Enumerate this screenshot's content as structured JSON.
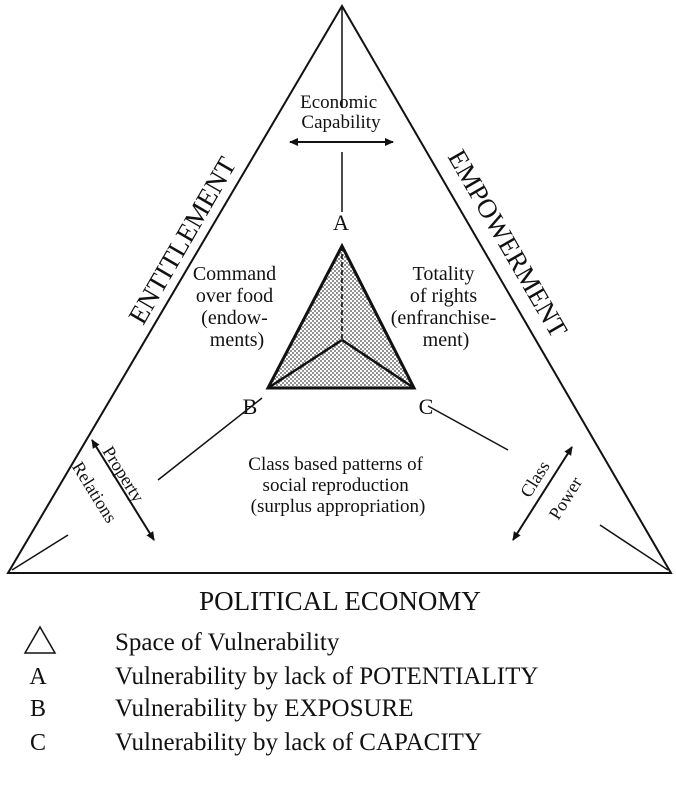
{
  "diagram": {
    "outer_sides": {
      "left": "ENTITLEMENT",
      "right": "EMPOWERMENT",
      "bottom": "POLITICAL ECONOMY"
    },
    "vertices": {
      "a": "A",
      "b": "B",
      "c": "C"
    },
    "top_arrow_label": [
      "Economic",
      "Capability"
    ],
    "left_inner_label": [
      "Command",
      "over food",
      "(endow-",
      "ments)"
    ],
    "right_inner_label": [
      "Totality",
      "of rights",
      "(enfranchise-",
      "ment)"
    ],
    "bottom_inner_label": [
      "Class based patterns of",
      "social reproduction",
      "(surplus appropriation)"
    ],
    "left_arrow_label": [
      "Property",
      "Relations"
    ],
    "right_arrow_label": [
      "Class",
      "Power"
    ]
  },
  "legend": {
    "items": [
      {
        "key_icon": "triangle-outline-icon",
        "key": "",
        "text": "Space of Vulnerability"
      },
      {
        "key": "A",
        "text": "Vulnerability by lack of POTENTIALITY"
      },
      {
        "key": "B",
        "text": "Vulnerability by EXPOSURE"
      },
      {
        "key": "C",
        "text": "Vulnerability by lack of CAPACITY"
      }
    ]
  }
}
